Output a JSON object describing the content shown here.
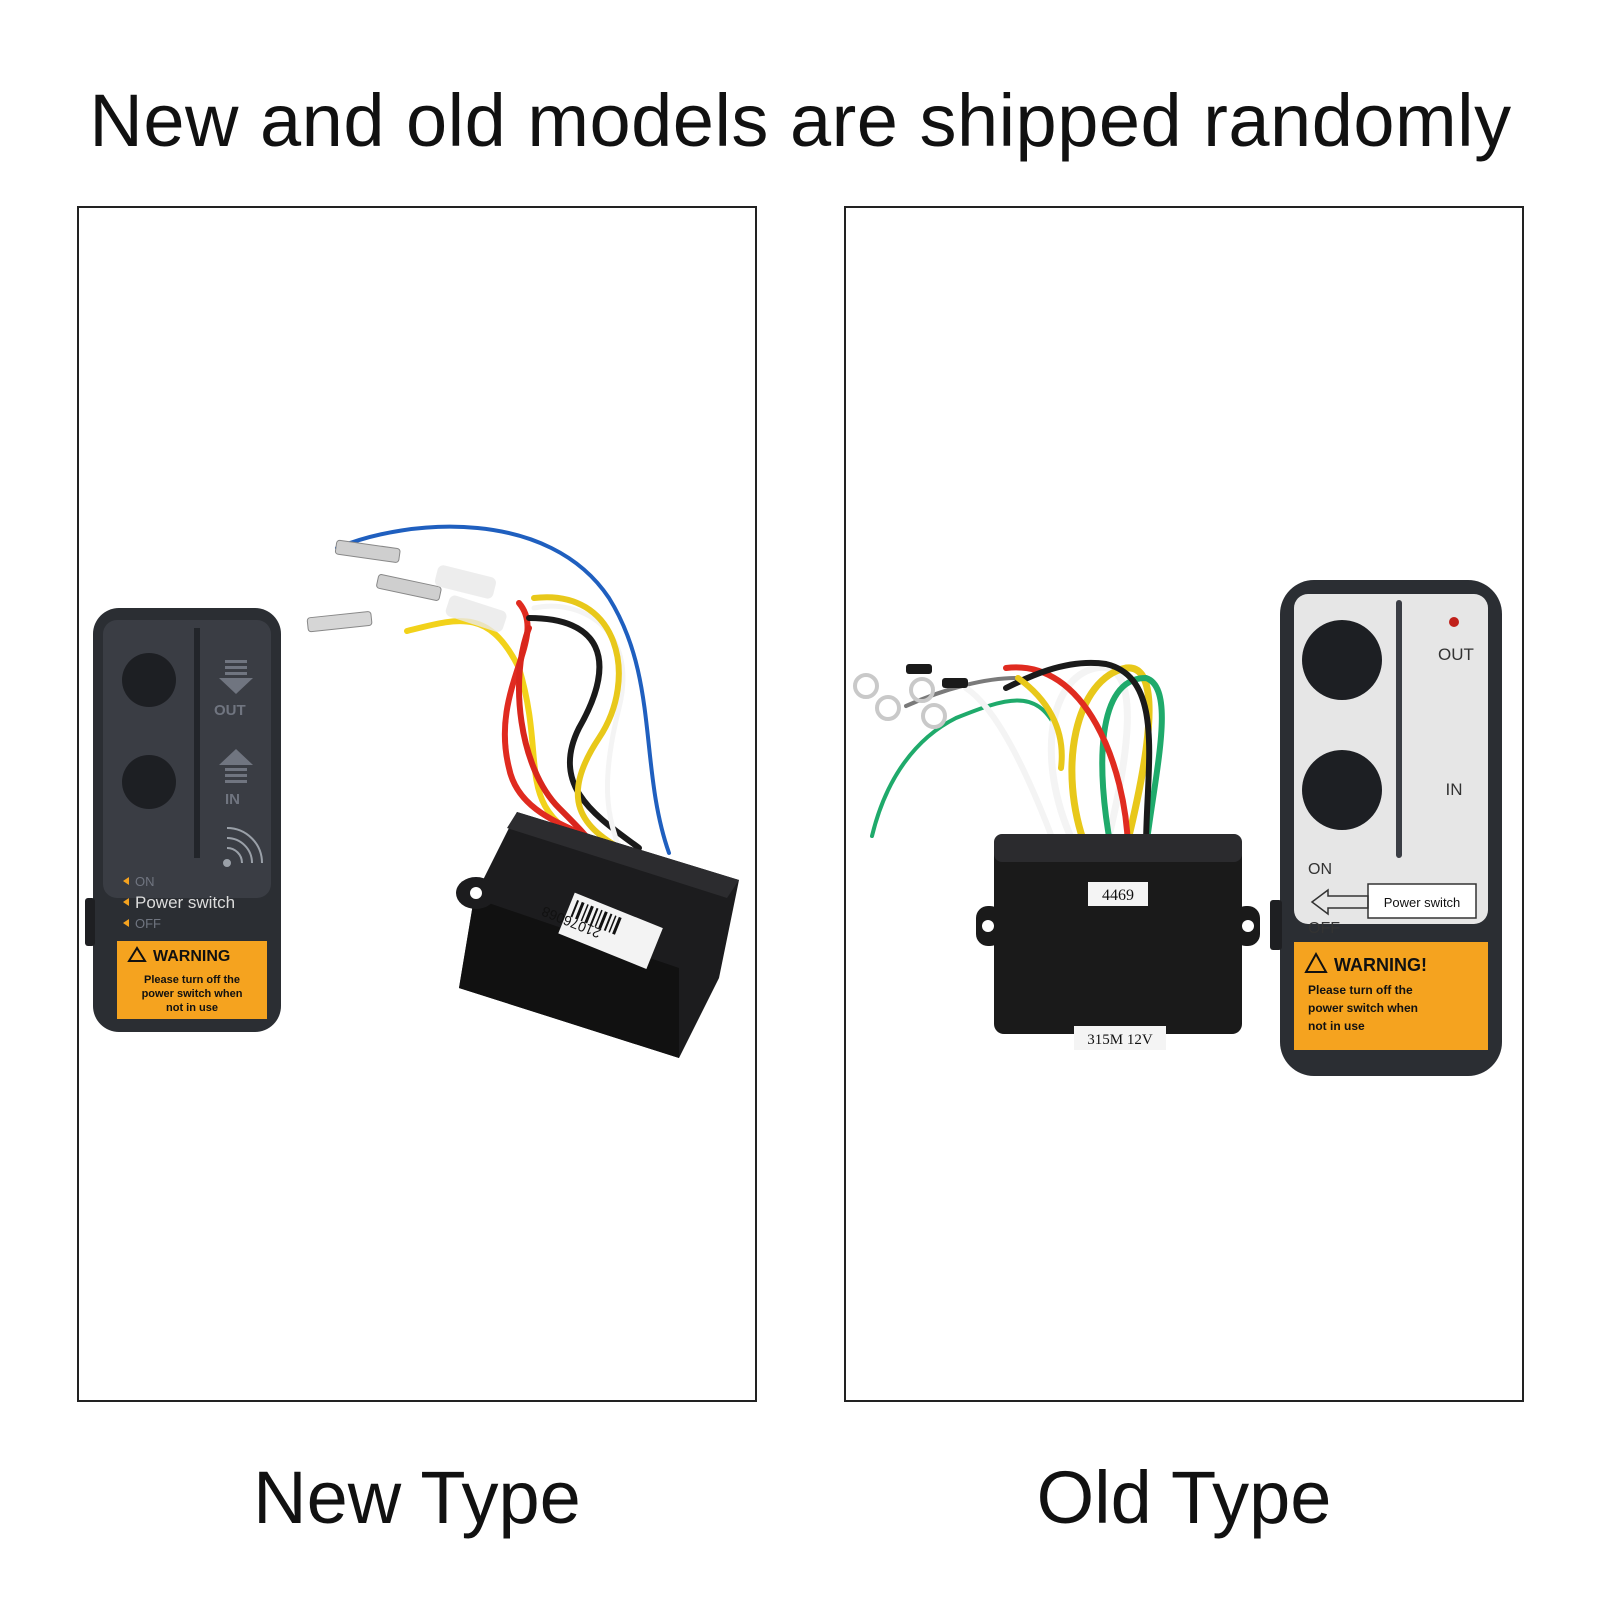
{
  "headline": "New and old models are shipped randomly",
  "new_type": {
    "caption": "New Type",
    "remote": {
      "out_label": "OUT",
      "in_label": "IN",
      "on_label": "ON",
      "power_switch_label": "Power switch",
      "off_label": "OFF",
      "warning_title": "WARNING",
      "warning_line1": "Please turn off the",
      "warning_line2": "power switch when",
      "warning_line3": "not in use"
    },
    "receiver": {
      "barcode_text": "21076068"
    }
  },
  "old_type": {
    "caption": "Old Type",
    "remote": {
      "out_label": "OUT",
      "in_label": "IN",
      "on_label": "ON",
      "power_switch_label": "Power switch",
      "off_label": "OFF",
      "warning_title": "WARNING!",
      "warning_line1": "Please turn off the",
      "warning_line2": "power switch when",
      "warning_line3": "not in use"
    },
    "receiver": {
      "top_label": "4469",
      "bottom_label": "315M 12V"
    }
  },
  "colors": {
    "warning_orange": "#f5a31f",
    "remote_body": "#2b2e33",
    "old_face": "#e6e6e6"
  }
}
